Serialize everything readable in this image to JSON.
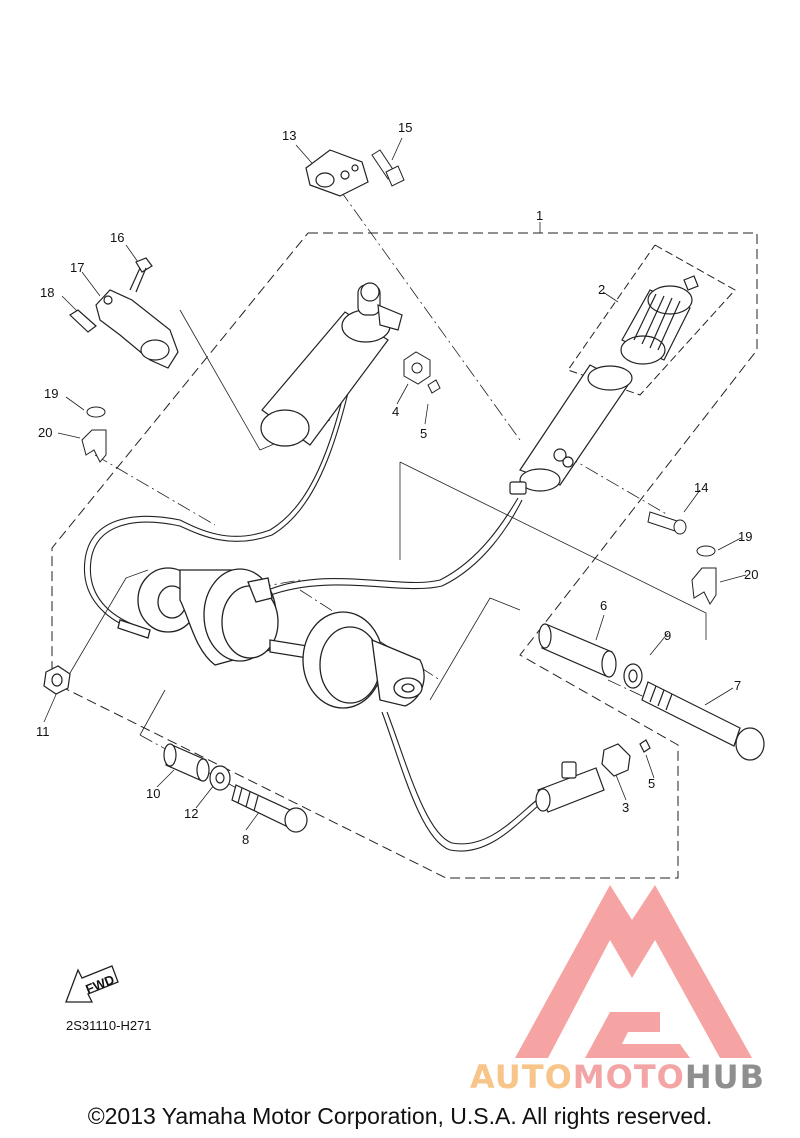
{
  "diagram": {
    "callouts": {
      "c1": "1",
      "c2": "2",
      "c3": "3",
      "c4": "4",
      "c5a": "5",
      "c5b": "5",
      "c6": "6",
      "c7": "7",
      "c8": "8",
      "c9": "9",
      "c10": "10",
      "c11": "11",
      "c12": "12",
      "c13": "13",
      "c14": "14",
      "c15": "15",
      "c16": "16",
      "c17": "17",
      "c18": "18",
      "c19a": "19",
      "c19b": "19",
      "c20a": "20",
      "c20b": "20"
    },
    "fwd_label": "FWD",
    "diagram_code": "2S31110-H271"
  },
  "watermark": {
    "part1": "AUTO",
    "part2": "MOTO",
    "part3": "HUB",
    "colors": {
      "auto": "#f7c48a",
      "moto": "#f3a5a5",
      "hub": "#8f8f8f",
      "logo": "#f59a9a"
    }
  },
  "footer": {
    "copyright": "©2013 Yamaha Motor Corporation, U.S.A. All rights reserved."
  }
}
